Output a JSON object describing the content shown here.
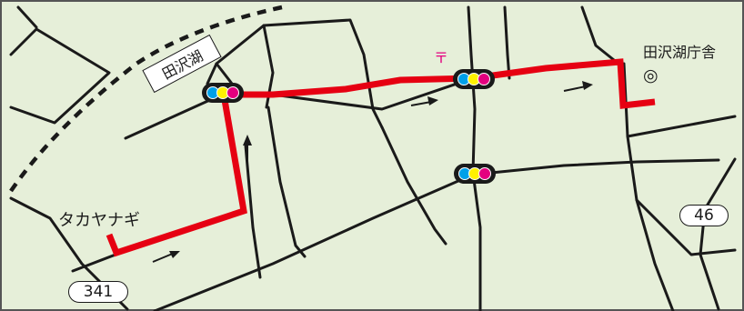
{
  "map": {
    "station_name": "田沢湖",
    "landmark_label": "田沢湖庁舎",
    "landmark_symbol": "◎",
    "start_label": "タカヤナギ",
    "post_office_symbol": "〒",
    "route_numbers": [
      "341",
      "46"
    ]
  },
  "colors": {
    "background": "#e6efd9",
    "road": "#1a1a1a",
    "route": "#e60012",
    "post_office": "#e4007f",
    "signal_cyan": "#00a0e9",
    "signal_yellow": "#fff100",
    "signal_magenta": "#e4007f"
  },
  "icons": {
    "traffic_signal": "traffic-signal-icon",
    "direction_arrow": "arrow-icon",
    "landmark": "double-circle-icon",
    "post_office": "post-office-icon"
  }
}
